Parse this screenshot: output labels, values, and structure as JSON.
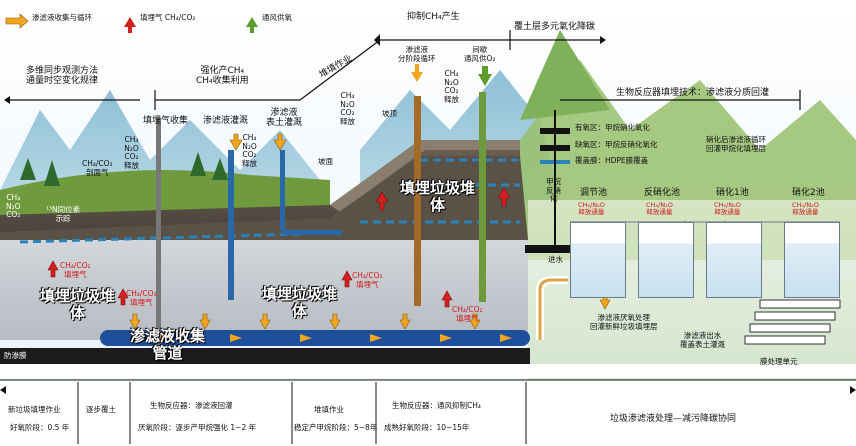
{
  "legend": {
    "leachate": "渗滤液收集与循环",
    "landfill_gas": "填埋气 CH₄/CO₂",
    "ventilation": "通风供氧"
  },
  "top_labels": {
    "suppress_ch4": "抑制CH₄产生",
    "cover_oxidation": "覆土层多元氧化降碳",
    "bioreactor_tech": "生物反应器填埋技术：渗滤液分质回灌"
  },
  "left_labels": {
    "monitoring": "多维同步观测方法\n通量时空变化规律",
    "ch4_strengthen": "强化产CH₄\nCH₄收集利用",
    "stacking": "堆填作业",
    "gas_collect": "填埋气收集",
    "leachate_irrigate": "渗滤液灌溉",
    "surface_irrigate": "渗滤液\n表土灌溉",
    "chamber": "CH₄/CO₂\n剖面气",
    "release1": "CH₄\nN₂O\nCO₂\n释放",
    "release2": "CH₄\nN₂O\nCO₂\n释放",
    "release3": "CH₄\nN₂O\nCO₂\n释放",
    "release4": "CH₄\nN₂O\nCO₂\n释放",
    "isotope_gas": "CH₄\nN₂O\nCO₂",
    "isotope": "¹³N同位素\n示踪",
    "staged_recirc": "渗滤液\n分阶段循环",
    "intermittent_air": "间歇\n通风供O₂",
    "slope_top": "坡顶",
    "slope_face": "坡面",
    "landfill_body_right": "填埋垃圾堆\n体",
    "landfill_body_left": "填埋垃圾堆\n体",
    "landfill_body_mid": "填埋垃圾堆\n体",
    "ch4_co2_gas_a": "CH₄/CO₂\n填埋气",
    "ch4_co2_gas_b": "CH₄/CO₂\n填埋气",
    "ch4_co2_gas_c": "CH₄/CO₂\n填埋气",
    "ch4_co2_gas_d": "CH₄/CO₂\n填埋气",
    "leachate_pipe": "渗滤液收集\n管道",
    "liner": "防渗膜"
  },
  "cover_layers": {
    "aerobic": "有氧区：甲烷硝化氧化",
    "anoxic": "缺氧区：甲烷反硝化氧化",
    "cover": "覆盖膜：HDPE膜覆盖",
    "methane_denitrify": "甲烷\n反硝\n化",
    "inflow": "进水"
  },
  "tanks": [
    {
      "name": "调节池",
      "release": "CH₄/N₂O\n释放通量"
    },
    {
      "name": "反硝化池",
      "release": "CH₄/N₂O\n释放通量"
    },
    {
      "name": "硝化1池",
      "release": "CH₄/N₂O\n释放通量"
    },
    {
      "name": "硝化2池",
      "release": "CH₄/N₂O\n释放通量"
    }
  ],
  "treatment_labels": {
    "recirc_after_nitrify": "硝化后渗滤液循环\n回灌甲烷化填埋层",
    "anoxic_recirc": "渗滤液厌氧处理\n回灌新鲜垃圾填埋层",
    "effluent": "渗滤液出水\n覆盖表土灌溉",
    "membrane_unit": "膜处理单元"
  },
  "timeline": [
    {
      "title": "新垃圾填埋作业",
      "sub": "好氧阶段：0.5 年"
    },
    {
      "title": "逐步覆土",
      "sub": ""
    },
    {
      "title": "生物反应器：渗滤液回灌",
      "sub": "厌氧阶段：逐步产甲烷强化 1~2 年"
    },
    {
      "title": "堆填作业",
      "sub": "稳定产甲烷阶段：5~8年"
    },
    {
      "title": "生物反应器：通风抑制CH₄",
      "sub": "成熟好氧阶段：10~15年"
    },
    {
      "title": "垃圾渗滤液处理—减污降碳协同",
      "sub": ""
    }
  ],
  "colors": {
    "gas_arrow": "#d42020",
    "leachate_arrow": "#f2a51e",
    "vent_arrow": "#5e9a2c",
    "pipe": "#1e4f9a"
  }
}
